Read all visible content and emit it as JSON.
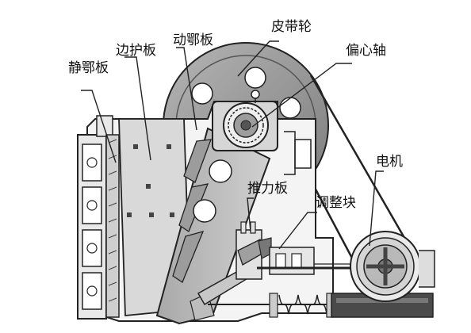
{
  "labels": {
    "fixed_jaw": "静鄂板",
    "side_guard": "边护板",
    "moving_jaw": "动鄂板",
    "belt_pulley": "皮带轮",
    "eccentric_shaft": "偏心轴",
    "motor": "电机",
    "toggle_plate": "推力板",
    "adjust_block": "调整块"
  },
  "colors": {
    "pulley_fill": "#9a9a9a",
    "frame_fill": "#f4f4f4",
    "part_fill": "#bfbfbf",
    "dark_fill": "#8c8c8c",
    "line": "#222222"
  }
}
